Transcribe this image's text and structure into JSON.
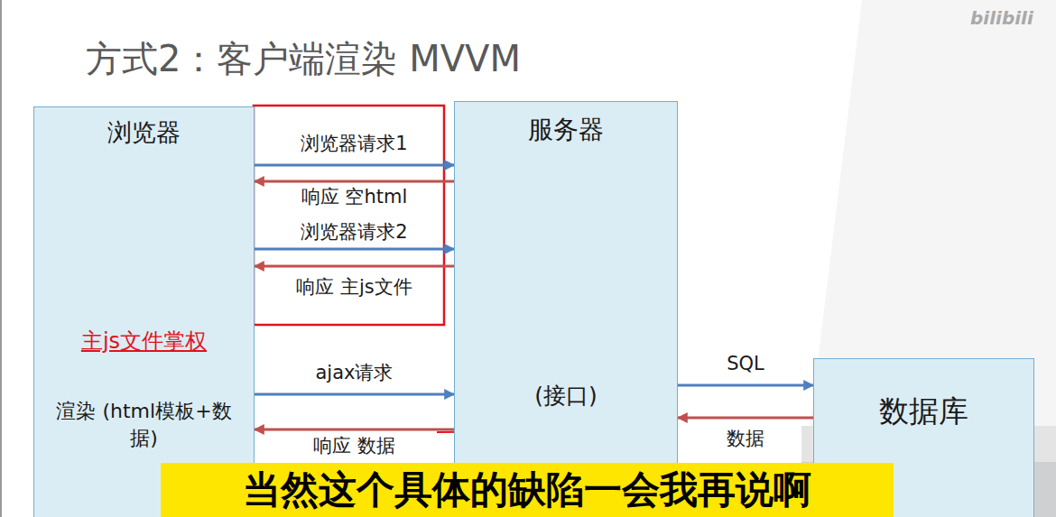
{
  "diagram": {
    "title": "方式2：客户端渲染 MVVM",
    "nodes": [
      {
        "text": [
          "浏览器",
          "主js文件掌权",
          "渲染 (html模板+数据)"
        ]
      },
      {
        "text": [
          "服务器",
          "(接口)"
        ]
      },
      {
        "text": [
          "数据库"
        ]
      }
    ],
    "edges": [
      {
        "from": 0,
        "to": 1,
        "label": "浏览器请求1",
        "arrow": "to"
      },
      {
        "from": 1,
        "to": 0,
        "label": "响应 空html",
        "arrow": "to"
      },
      {
        "from": 0,
        "to": 1,
        "label": "浏览器请求2",
        "arrow": "to"
      },
      {
        "from": 1,
        "to": 0,
        "label": "响应 主js文件",
        "arrow": "to"
      },
      {
        "from": 0,
        "to": 1,
        "label": "ajax请求",
        "arrow": "to"
      },
      {
        "from": 1,
        "to": 0,
        "label": "响应 数据",
        "arrow": "to"
      },
      {
        "from": 1,
        "to": 2,
        "label": "SQL",
        "arrow": "to"
      },
      {
        "from": 2,
        "to": 1,
        "label": "数据",
        "arrow": "to"
      }
    ],
    "labels": [
      "当然这个具体的缺陷一会我再说啊",
      "bilibili"
    ]
  }
}
